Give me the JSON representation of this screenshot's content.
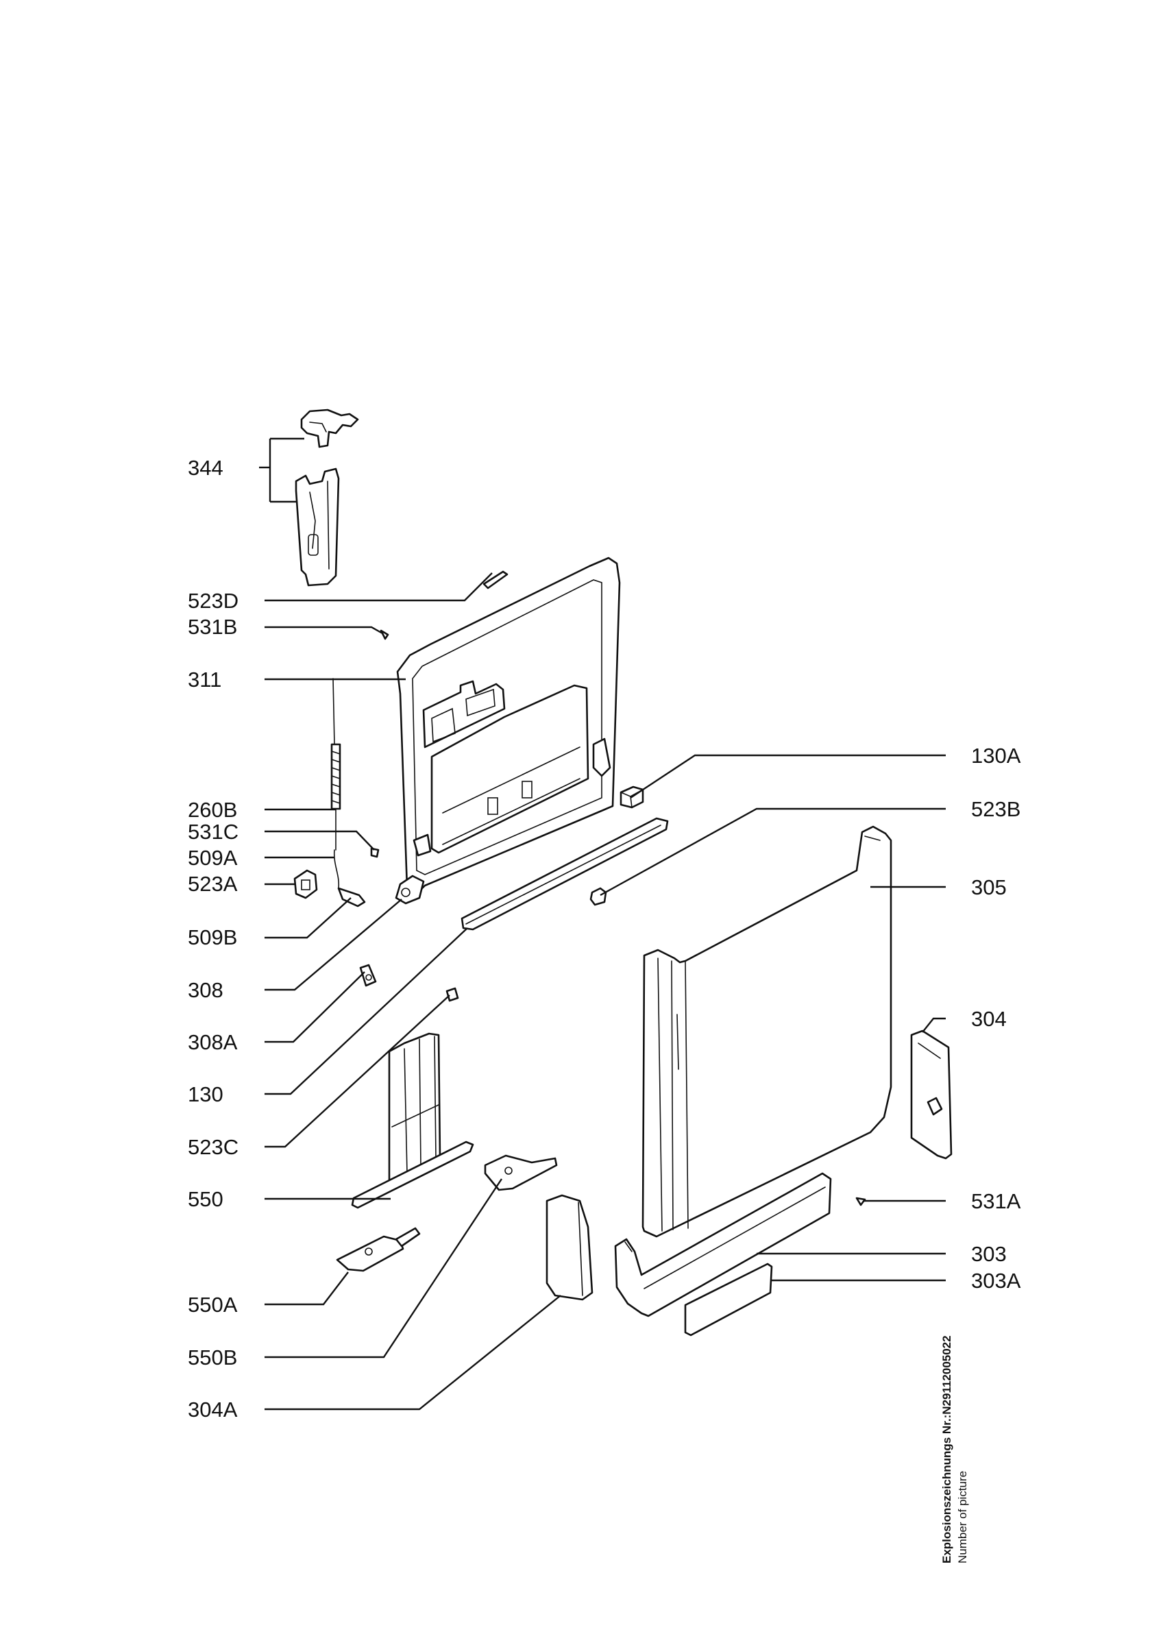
{
  "callouts": [
    "344",
    "523D",
    "531B",
    "311",
    "260B",
    "531C",
    "509A",
    "523A",
    "509B",
    "308",
    "308A",
    "130",
    "523C",
    "550",
    "550A",
    "550B",
    "304A",
    "130A",
    "523B",
    "305",
    "304",
    "531A",
    "303",
    "303A"
  ],
  "footer": {
    "drawing_number": "Explosionszeichnungs Nr.:N29112005022",
    "picture_label": "Number of picture"
  }
}
